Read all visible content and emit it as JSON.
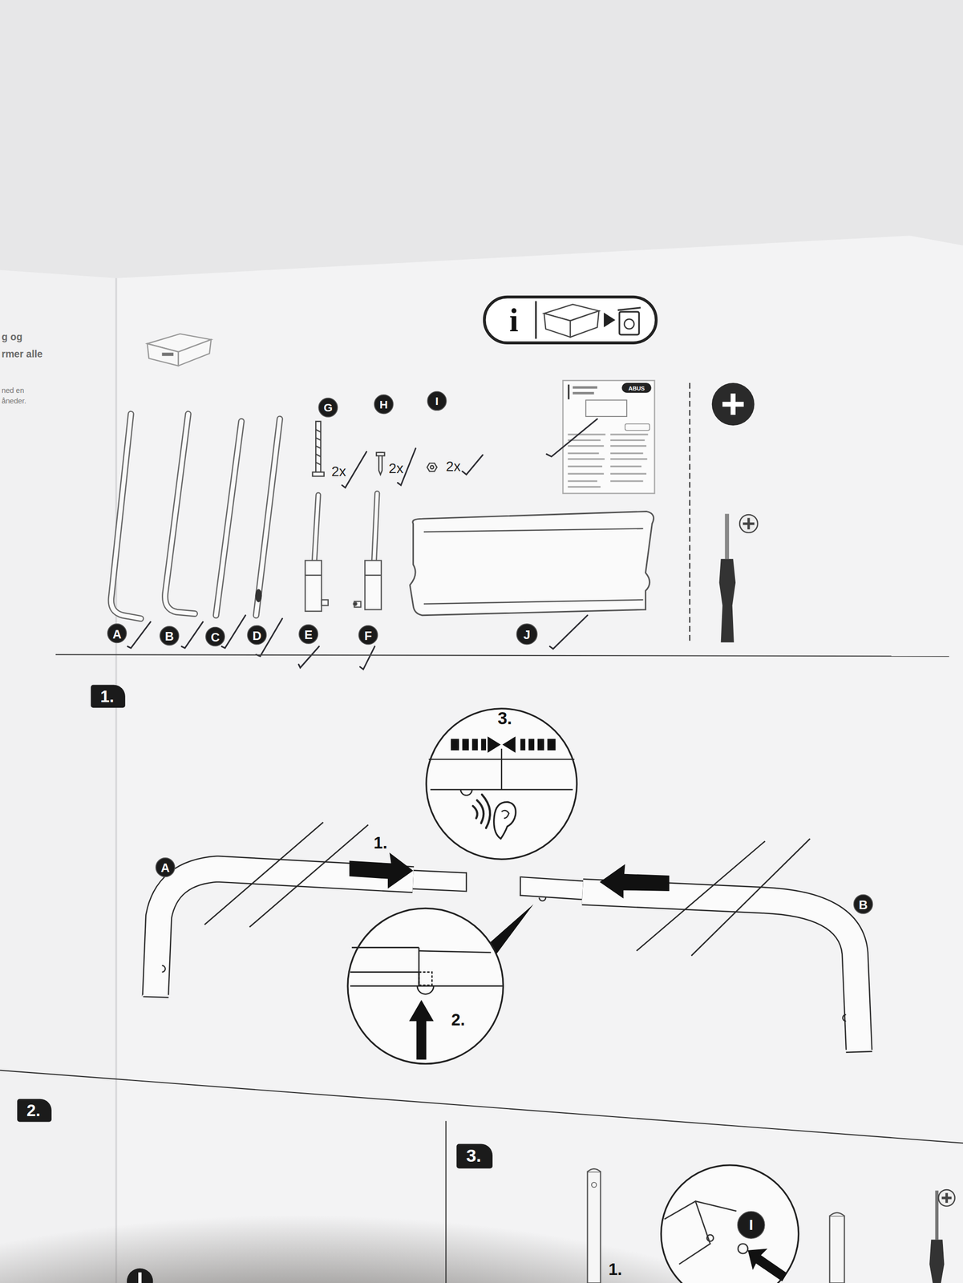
{
  "diagram": {
    "nodes": [
      {
        "text": [
          "A"
        ]
      },
      {
        "text": [
          "B"
        ]
      },
      {
        "text": [
          "C"
        ]
      },
      {
        "text": [
          "D"
        ]
      },
      {
        "text": [
          "E"
        ]
      },
      {
        "text": [
          "F"
        ]
      },
      {
        "text": [
          "G"
        ]
      },
      {
        "text": [
          "H"
        ]
      },
      {
        "text": [
          "I"
        ]
      },
      {
        "text": [
          "J"
        ]
      },
      {
        "text": [
          "1."
        ]
      },
      {
        "text": [
          "A"
        ]
      },
      {
        "text": [
          "B"
        ]
      },
      {
        "text": [
          "2."
        ]
      },
      {
        "text": [
          "3."
        ]
      },
      {
        "text": [
          "I"
        ]
      }
    ],
    "labels": [
      "g og",
      "rmer alle",
      "ned en",
      "åneder.",
      "i",
      "ABUS",
      "2x",
      "2x",
      "2x",
      "3.",
      "1.",
      "2.",
      "1."
    ]
  }
}
